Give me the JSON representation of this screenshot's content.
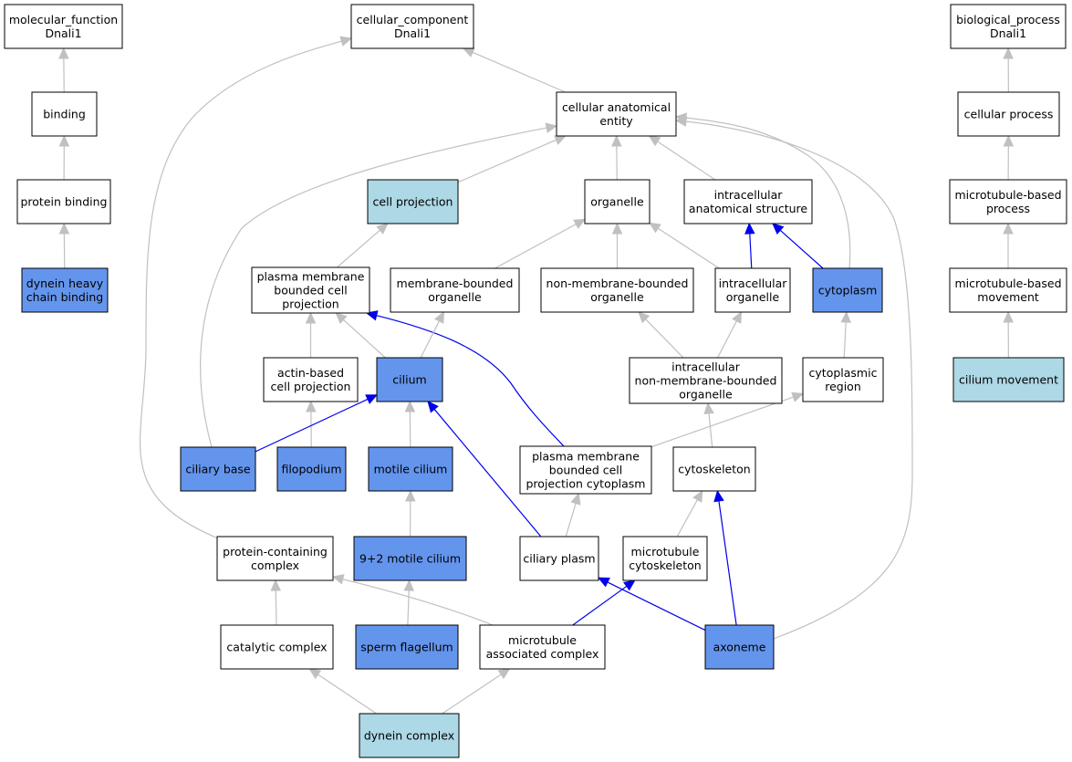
{
  "colors": {
    "edge_gray": "#c0c0c0",
    "edge_blue": "#0000ee",
    "node_white": "#ffffff",
    "node_blue": "#6495ed",
    "node_light": "#add8e6",
    "stroke": "#000000"
  },
  "nodes": [
    {
      "id": "mf",
      "lines": [
        "molecular_function",
        "Dnali1"
      ],
      "fill": "white"
    },
    {
      "id": "cc",
      "lines": [
        "cellular_component",
        "Dnali1"
      ],
      "fill": "white"
    },
    {
      "id": "bp",
      "lines": [
        "biological_process",
        "Dnali1"
      ],
      "fill": "white"
    },
    {
      "id": "binding",
      "lines": [
        "binding"
      ],
      "fill": "white"
    },
    {
      "id": "protein_binding",
      "lines": [
        "protein binding"
      ],
      "fill": "white"
    },
    {
      "id": "dhcb",
      "lines": [
        "dynein heavy",
        "chain binding"
      ],
      "fill": "blue"
    },
    {
      "id": "cae",
      "lines": [
        "cellular anatomical",
        "entity"
      ],
      "fill": "white"
    },
    {
      "id": "cell_projection",
      "lines": [
        "cell projection"
      ],
      "fill": "light"
    },
    {
      "id": "organelle",
      "lines": [
        "organelle"
      ],
      "fill": "white"
    },
    {
      "id": "ias",
      "lines": [
        "intracellular",
        "anatomical structure"
      ],
      "fill": "white"
    },
    {
      "id": "pmbcp",
      "lines": [
        "plasma membrane",
        "bounded cell",
        "projection"
      ],
      "fill": "white"
    },
    {
      "id": "mbo",
      "lines": [
        "membrane-bounded",
        "organelle"
      ],
      "fill": "white"
    },
    {
      "id": "nmbo",
      "lines": [
        "non-membrane-bounded",
        "organelle"
      ],
      "fill": "white"
    },
    {
      "id": "io",
      "lines": [
        "intracellular",
        "organelle"
      ],
      "fill": "white"
    },
    {
      "id": "cytoplasm",
      "lines": [
        "cytoplasm"
      ],
      "fill": "blue"
    },
    {
      "id": "abcp",
      "lines": [
        "actin-based",
        "cell projection"
      ],
      "fill": "white"
    },
    {
      "id": "cilium",
      "lines": [
        "cilium"
      ],
      "fill": "blue"
    },
    {
      "id": "inmbo",
      "lines": [
        "intracellular",
        "non-membrane-bounded",
        "organelle"
      ],
      "fill": "white"
    },
    {
      "id": "cyto_region",
      "lines": [
        "cytoplasmic",
        "region"
      ],
      "fill": "white"
    },
    {
      "id": "ciliary_base",
      "lines": [
        "ciliary base"
      ],
      "fill": "blue"
    },
    {
      "id": "filopodium",
      "lines": [
        "filopodium"
      ],
      "fill": "blue"
    },
    {
      "id": "motile_cilium",
      "lines": [
        "motile cilium"
      ],
      "fill": "blue"
    },
    {
      "id": "pmbcpc",
      "lines": [
        "plasma membrane",
        "bounded cell",
        "projection cytoplasm"
      ],
      "fill": "white"
    },
    {
      "id": "cytoskeleton",
      "lines": [
        "cytoskeleton"
      ],
      "fill": "white"
    },
    {
      "id": "pcc",
      "lines": [
        "protein-containing",
        "complex"
      ],
      "fill": "white"
    },
    {
      "id": "nine_two",
      "lines": [
        "9+2 motile cilium"
      ],
      "fill": "blue"
    },
    {
      "id": "ciliary_plasm",
      "lines": [
        "ciliary plasm"
      ],
      "fill": "white"
    },
    {
      "id": "mt_cytoskeleton",
      "lines": [
        "microtubule",
        "cytoskeleton"
      ],
      "fill": "white"
    },
    {
      "id": "catalytic",
      "lines": [
        "catalytic complex"
      ],
      "fill": "white"
    },
    {
      "id": "sperm_flagellum",
      "lines": [
        "sperm flagellum"
      ],
      "fill": "blue"
    },
    {
      "id": "mac",
      "lines": [
        "microtubule",
        "associated complex"
      ],
      "fill": "white"
    },
    {
      "id": "axoneme",
      "lines": [
        "axoneme"
      ],
      "fill": "blue"
    },
    {
      "id": "dynein_complex",
      "lines": [
        "dynein complex"
      ],
      "fill": "light"
    },
    {
      "id": "cellular_process",
      "lines": [
        "cellular process"
      ],
      "fill": "white"
    },
    {
      "id": "mtbp",
      "lines": [
        "microtubule-based",
        "process"
      ],
      "fill": "white"
    },
    {
      "id": "mtbm",
      "lines": [
        "microtubule-based",
        "movement"
      ],
      "fill": "white"
    },
    {
      "id": "cilium_movement",
      "lines": [
        "cilium movement"
      ],
      "fill": "light"
    }
  ],
  "edges": [
    {
      "from": "binding",
      "to": "mf",
      "color": "gray"
    },
    {
      "from": "protein_binding",
      "to": "binding",
      "color": "gray"
    },
    {
      "from": "dhcb",
      "to": "protein_binding",
      "color": "gray"
    },
    {
      "from": "cae",
      "to": "cc",
      "color": "gray"
    },
    {
      "from": "pcc",
      "to": "cc",
      "color": "gray"
    },
    {
      "from": "cell_projection",
      "to": "cae",
      "color": "gray"
    },
    {
      "from": "organelle",
      "to": "cae",
      "color": "gray"
    },
    {
      "from": "ias",
      "to": "cae",
      "color": "gray"
    },
    {
      "from": "cytoplasm",
      "to": "cae",
      "color": "gray"
    },
    {
      "from": "ciliary_base",
      "to": "cae",
      "color": "gray"
    },
    {
      "from": "axoneme",
      "to": "cae",
      "color": "gray"
    },
    {
      "from": "pmbcp",
      "to": "cell_projection",
      "color": "gray"
    },
    {
      "from": "mbo",
      "to": "organelle",
      "color": "gray"
    },
    {
      "from": "nmbo",
      "to": "organelle",
      "color": "gray"
    },
    {
      "from": "io",
      "to": "organelle",
      "color": "gray"
    },
    {
      "from": "io",
      "to": "ias",
      "color": "blue"
    },
    {
      "from": "cytoplasm",
      "to": "ias",
      "color": "blue"
    },
    {
      "from": "abcp",
      "to": "pmbcp",
      "color": "gray"
    },
    {
      "from": "cilium",
      "to": "pmbcp",
      "color": "gray"
    },
    {
      "from": "cilium",
      "to": "mbo",
      "color": "gray"
    },
    {
      "from": "pmbcpc",
      "to": "pmbcp",
      "color": "blue"
    },
    {
      "from": "inmbo",
      "to": "nmbo",
      "color": "gray"
    },
    {
      "from": "inmbo",
      "to": "io",
      "color": "gray"
    },
    {
      "from": "cyto_region",
      "to": "cytoplasm",
      "color": "gray"
    },
    {
      "from": "ciliary_base",
      "to": "cilium",
      "color": "blue"
    },
    {
      "from": "filopodium",
      "to": "abcp",
      "color": "gray"
    },
    {
      "from": "motile_cilium",
      "to": "cilium",
      "color": "gray"
    },
    {
      "from": "ciliary_plasm",
      "to": "cilium",
      "color": "blue"
    },
    {
      "from": "pmbcpc",
      "to": "cyto_region",
      "color": "gray"
    },
    {
      "from": "cytoskeleton",
      "to": "inmbo",
      "color": "gray"
    },
    {
      "from": "nine_two",
      "to": "motile_cilium",
      "color": "gray"
    },
    {
      "from": "ciliary_plasm",
      "to": "pmbcpc",
      "color": "gray"
    },
    {
      "from": "mt_cytoskeleton",
      "to": "cytoskeleton",
      "color": "gray"
    },
    {
      "from": "axoneme",
      "to": "cytoskeleton",
      "color": "blue"
    },
    {
      "from": "catalytic",
      "to": "pcc",
      "color": "gray"
    },
    {
      "from": "mac",
      "to": "pcc",
      "color": "gray"
    },
    {
      "from": "sperm_flagellum",
      "to": "nine_two",
      "color": "gray"
    },
    {
      "from": "axoneme",
      "to": "ciliary_plasm",
      "color": "blue"
    },
    {
      "from": "mac",
      "to": "mt_cytoskeleton",
      "color": "blue"
    },
    {
      "from": "dynein_complex",
      "to": "catalytic",
      "color": "gray"
    },
    {
      "from": "dynein_complex",
      "to": "mac",
      "color": "gray"
    },
    {
      "from": "cellular_process",
      "to": "bp",
      "color": "gray"
    },
    {
      "from": "mtbp",
      "to": "cellular_process",
      "color": "gray"
    },
    {
      "from": "mtbm",
      "to": "mtbp",
      "color": "gray"
    },
    {
      "from": "cilium_movement",
      "to": "mtbm",
      "color": "gray"
    }
  ]
}
